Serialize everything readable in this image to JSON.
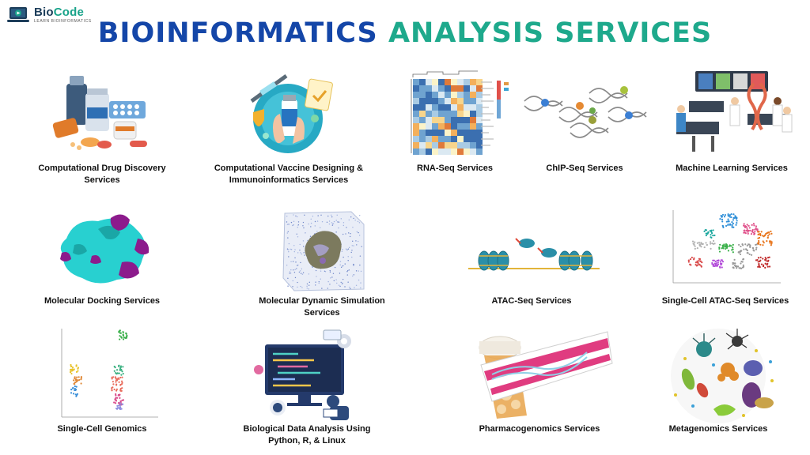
{
  "brand": {
    "name_part1": "Bio",
    "name_part2": "Code",
    "tagline": "LEARN BIOINFORMATICS"
  },
  "header": {
    "title_part1": "BIOINFORMATICS",
    "title_part2": "ANALYSIS SERVICES"
  },
  "services": [
    {
      "label": "Computational Drug Discovery Services",
      "icon": "drug-discovery-illustration"
    },
    {
      "label": "Computational Vaccine Designing & Immunoinformatics Services",
      "icon": "vaccine-illustration"
    },
    {
      "label": "RNA-Seq Services",
      "icon": "heatmap-illustration"
    },
    {
      "label": "ChIP-Seq Services",
      "icon": "dna-strands-illustration"
    },
    {
      "label": "Machine Learning Services",
      "icon": "lab-team-illustration"
    },
    {
      "label": "Molecular Docking Services",
      "icon": "protein-surface-illustration"
    },
    {
      "label": "Molecular Dynamic Simulation Services",
      "icon": "solvated-protein-box-illustration"
    },
    {
      "label": "ATAC-Seq Services",
      "icon": "nucleosome-tn5-illustration"
    },
    {
      "label": "Single-Cell ATAC-Seq Services",
      "icon": "tsne-cluster-plot"
    },
    {
      "label": "Single-Cell Genomics",
      "icon": "umap-cluster-plot"
    },
    {
      "label": "Biological Data Analysis Using Python, R, & Linux",
      "icon": "coding-workstation-illustration"
    },
    {
      "label": "Pharmacogenomics Services",
      "icon": "pill-bottle-dna-label-illustration"
    },
    {
      "label": "Metagenomics Services",
      "icon": "microbes-illustration"
    }
  ],
  "colors": {
    "title_blue": "#1446a8",
    "title_teal": "#1ea98c",
    "brand_dark": "#1c3d5a"
  }
}
